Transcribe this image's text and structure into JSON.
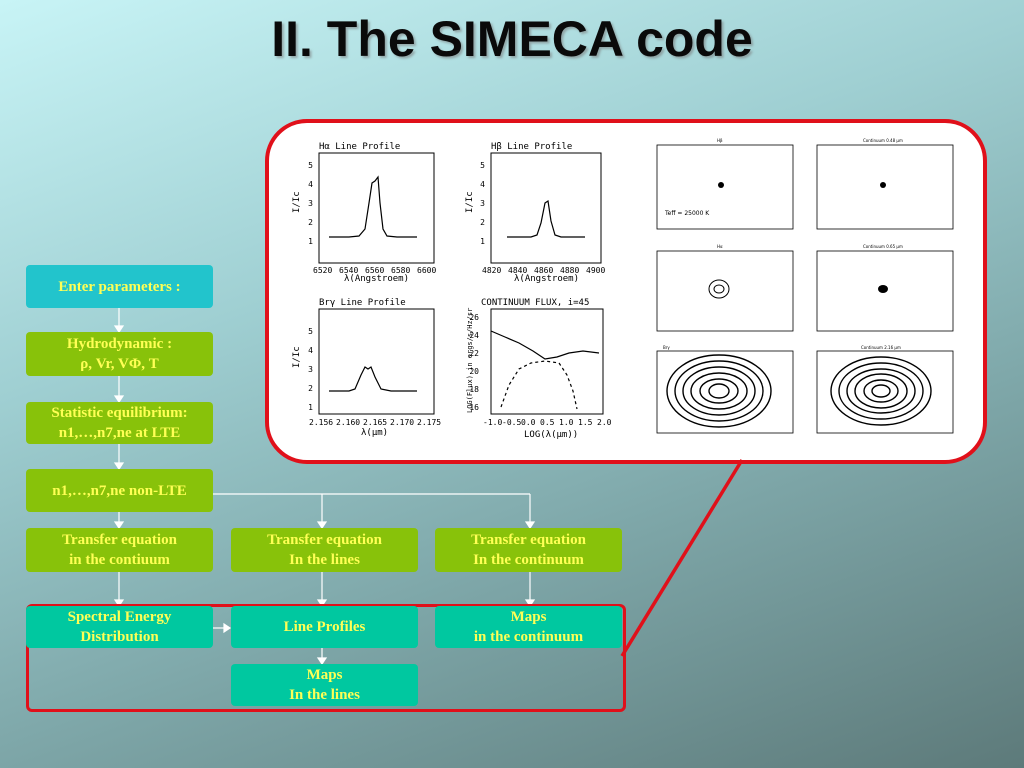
{
  "title": "II. The SIMECA code",
  "colors": {
    "process_box": "#88c20a",
    "input_box": "#22c4cc",
    "output_box": "#00c8a0",
    "box_text": "#ffff55",
    "highlight": "#e0101a"
  },
  "flow": {
    "enter_parameters": "Enter parameters :",
    "hydrodynamic": {
      "line1": "Hydrodynamic :",
      "line2": "ρ, Vr, VΦ, T"
    },
    "statistic": {
      "line1": "Statistic equilibrium:",
      "line2": "n1,…,n7,ne at LTE"
    },
    "nonlte": "n1,…,n7,ne non-LTE",
    "transfer_contiuum": {
      "line1": "Transfer equation",
      "line2": "in the contiuum"
    },
    "transfer_lines": {
      "line1": "Transfer equation",
      "line2": "In the lines"
    },
    "transfer_continuum": {
      "line1": "Transfer equation",
      "line2": "In the continuum"
    },
    "sed": {
      "line1": "Spectral Energy",
      "line2": "Distribution"
    },
    "line_profiles": "Line Profiles",
    "maps_continuum": {
      "line1": "Maps",
      "line2": "in the continuum"
    },
    "maps_lines": {
      "line1": "Maps",
      "line2": "In the lines"
    }
  },
  "plots": {
    "ha": {
      "title": "Hα Line Profile",
      "ylabel": "I/Ic",
      "xlabel": "λ(Angstroem)",
      "xticks": [
        "6520",
        "6540",
        "6560",
        "6580",
        "6600"
      ],
      "yticks": [
        "1",
        "2",
        "3",
        "4",
        "5"
      ]
    },
    "hb": {
      "title": "Hβ Line Profile",
      "ylabel": "I/Ic",
      "xlabel": "λ(Angstroem)",
      "xticks": [
        "4820",
        "4840",
        "4860",
        "4880",
        "4900"
      ],
      "yticks": [
        "1",
        "2",
        "3",
        "4",
        "5"
      ]
    },
    "brg": {
      "title": "Brγ Line Profile",
      "ylabel": "I/Ic",
      "xlabel": "λ(μm)",
      "xticks": [
        "2.156",
        "2.160",
        "2.165",
        "2.170",
        "2.175"
      ],
      "yticks": [
        "1",
        "2",
        "3",
        "4",
        "5"
      ]
    },
    "cont": {
      "title": "CONTINUUM FLUX, i=45",
      "ylabel": "LOG(Flux) in ergs/s/Hz/sr",
      "xlabel": "LOG(λ(μm))",
      "xticks": [
        "-1.0",
        "-0.5",
        "0.0",
        "0.5",
        "1.0",
        "1.5",
        "2.0"
      ],
      "yticks": [
        "16",
        "18",
        "20",
        "22",
        "24",
        "26"
      ]
    },
    "maps": {
      "m1": "Hβ",
      "m2": "Continuum 0.48 μm",
      "m3": "Hα",
      "m4": "Continuum 0.65 μm",
      "m5": "Brγ",
      "m6": "Continuum 2.16 μm",
      "teff": "Teff = 25000 K"
    }
  }
}
